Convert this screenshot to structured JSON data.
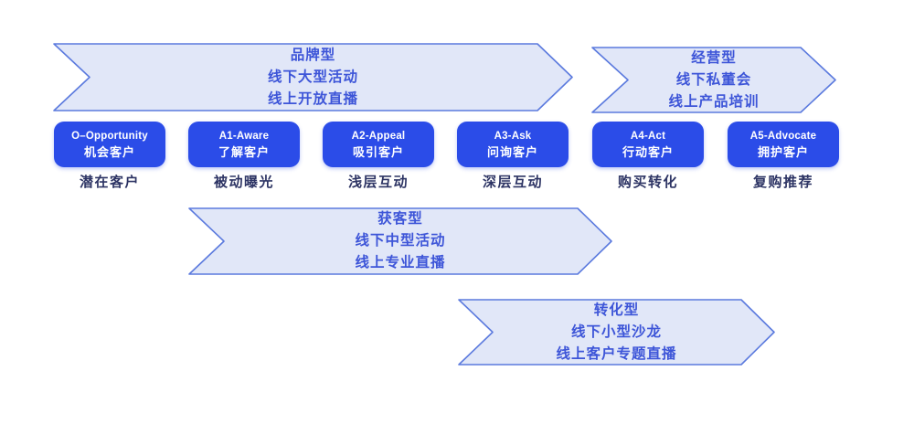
{
  "diagram": {
    "title": "5A customer journey funnel",
    "colors": {
      "stage_fill": "#2b4ce8",
      "stage_text": "#ffffff",
      "banner_fill": "#e1e7f8",
      "banner_border": "#5b7ade",
      "banner_text": "#3d55d8",
      "caption_text": "#2d3464",
      "background": "#ffffff"
    },
    "banners": [
      {
        "id": "brand",
        "lines": [
          "品牌型",
          "线下大型活动",
          "线上开放直播"
        ]
      },
      {
        "id": "operation",
        "lines": [
          "经营型",
          "线下私董会",
          "线上产品培训"
        ]
      },
      {
        "id": "acquisition",
        "lines": [
          "获客型",
          "线下中型活动",
          "线上专业直播"
        ]
      },
      {
        "id": "conversion",
        "lines": [
          "转化型",
          "线下小型沙龙",
          "线上客户专题直播"
        ]
      }
    ],
    "stages": [
      {
        "code": "O–Opportunity",
        "name": "机会客户",
        "caption": "潜在客户"
      },
      {
        "code": "A1-Aware",
        "name": "了解客户",
        "caption": "被动曝光"
      },
      {
        "code": "A2-Appeal",
        "name": "吸引客户",
        "caption": "浅层互动"
      },
      {
        "code": "A3-Ask",
        "name": "问询客户",
        "caption": "深层互动"
      },
      {
        "code": "A4-Act",
        "name": "行动客户",
        "caption": "购买转化"
      },
      {
        "code": "A5-Advocate",
        "name": "拥护客户",
        "caption": "复购推荐"
      }
    ]
  }
}
